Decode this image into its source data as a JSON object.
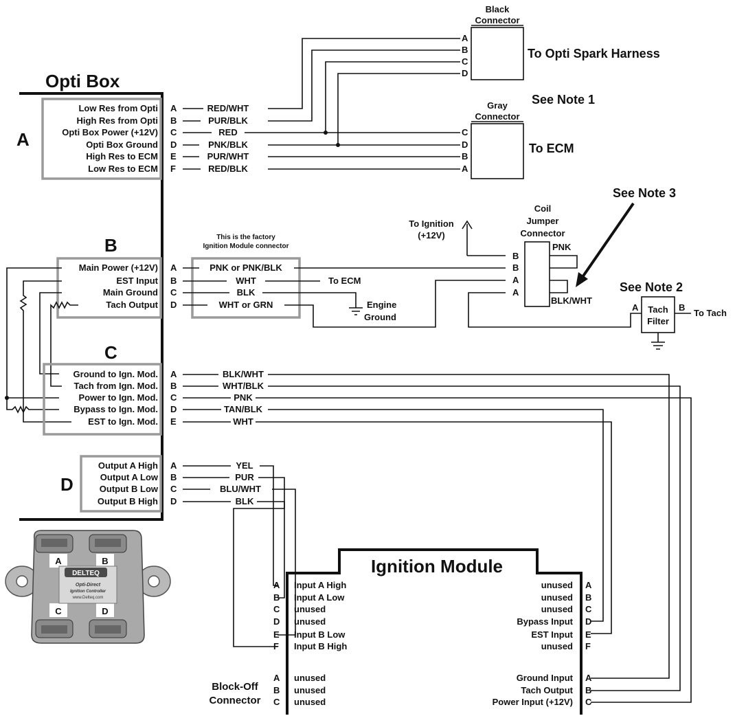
{
  "opti_box": {
    "title": "Opti Box",
    "section_a": {
      "letter": "A",
      "pins": [
        {
          "label": "Low Res from Opti",
          "pin": "A",
          "wire": "RED/WHT"
        },
        {
          "label": "High Res from Opti",
          "pin": "B",
          "wire": "PUR/BLK"
        },
        {
          "label": "Opti Box Power (+12V)",
          "pin": "C",
          "wire": "RED"
        },
        {
          "label": "Opti Box Ground",
          "pin": "D",
          "wire": "PNK/BLK"
        },
        {
          "label": "High Res to ECM",
          "pin": "E",
          "wire": "PUR/WHT"
        },
        {
          "label": "Low Res to ECM",
          "pin": "F",
          "wire": "RED/BLK"
        }
      ]
    },
    "section_b": {
      "letter": "B",
      "pins": [
        {
          "label": "Main Power (+12V)",
          "pin": "A",
          "wire": "PNK or PNK/BLK"
        },
        {
          "label": "EST Input",
          "pin": "B",
          "wire": "WHT"
        },
        {
          "label": "Main Ground",
          "pin": "C",
          "wire": "BLK"
        },
        {
          "label": "Tach Output",
          "pin": "D",
          "wire": "WHT or GRN"
        }
      ]
    },
    "section_c": {
      "letter": "C",
      "pins": [
        {
          "label": "Ground to Ign. Mod.",
          "pin": "A",
          "wire": "BLK/WHT"
        },
        {
          "label": "Tach from Ign. Mod.",
          "pin": "B",
          "wire": "WHT/BLK"
        },
        {
          "label": "Power to Ign. Mod.",
          "pin": "C",
          "wire": "PNK"
        },
        {
          "label": "Bypass to Ign. Mod.",
          "pin": "D",
          "wire": "TAN/BLK"
        },
        {
          "label": "EST to Ign. Mod.",
          "pin": "E",
          "wire": "WHT"
        }
      ]
    },
    "section_d": {
      "letter": "D",
      "pins": [
        {
          "label": "Output A High",
          "pin": "A",
          "wire": "YEL"
        },
        {
          "label": "Output A Low",
          "pin": "B",
          "wire": "PUR"
        },
        {
          "label": "Output B Low",
          "pin": "C",
          "wire": "BLU/WHT"
        },
        {
          "label": "Output B High",
          "pin": "D",
          "wire": "BLK"
        }
      ]
    }
  },
  "black_connector": {
    "title_line1": "Black",
    "title_line2": "Connector",
    "pins": [
      "A",
      "B",
      "C",
      "D"
    ],
    "destination": "To Opti Spark Harness"
  },
  "gray_connector": {
    "title_line1": "Gray",
    "title_line2": "Connector",
    "pins": [
      "C",
      "D",
      "B",
      "A"
    ],
    "destination": "To ECM"
  },
  "notes": {
    "note1": "See Note 1",
    "note2": "See Note 2",
    "note3": "See Note 3"
  },
  "factory_connector": {
    "caption_line1": "This is the factory",
    "caption_line2": "Ignition Module connector",
    "to_ecm": "To ECM",
    "engine_ground_line1": "Engine",
    "engine_ground_line2": "Ground"
  },
  "coil_jumper": {
    "title_line1": "Coil",
    "title_line2": "Jumper",
    "title_line3": "Connector",
    "pins": [
      "B",
      "B",
      "A",
      "A"
    ],
    "wire_top": "PNK",
    "wire_bottom": "BLK/WHT",
    "to_ignition_line1": "To Ignition",
    "to_ignition_line2": "(+12V)"
  },
  "tach_filter": {
    "title_line1": "Tach",
    "title_line2": "Filter",
    "pin_in": "A",
    "pin_out": "B",
    "to_tach": "To Tach"
  },
  "ignition_module": {
    "title": "Ignition  Module",
    "left_pins": [
      {
        "pin": "A",
        "label": "Input A High"
      },
      {
        "pin": "B",
        "label": "Input A Low"
      },
      {
        "pin": "C",
        "label": "unused"
      },
      {
        "pin": "D",
        "label": "unused"
      },
      {
        "pin": "E",
        "label": "Input B Low"
      },
      {
        "pin": "F",
        "label": "Input B High"
      }
    ],
    "right_pins": [
      {
        "pin": "A",
        "label": "unused"
      },
      {
        "pin": "B",
        "label": "unused"
      },
      {
        "pin": "C",
        "label": "unused"
      },
      {
        "pin": "D",
        "label": "Bypass Input"
      },
      {
        "pin": "E",
        "label": "EST Input"
      },
      {
        "pin": "F",
        "label": "unused"
      }
    ],
    "bottom_left_pins": [
      {
        "pin": "A",
        "label": "unused"
      },
      {
        "pin": "B",
        "label": "unused"
      },
      {
        "pin": "C",
        "label": "unused"
      }
    ],
    "bottom_right_pins": [
      {
        "pin": "A",
        "label": "Ground Input"
      },
      {
        "pin": "B",
        "label": "Tach Output"
      },
      {
        "pin": "C",
        "label": "Power Input (+12V)"
      }
    ]
  },
  "block_off": {
    "line1": "Block-Off",
    "line2": "Connector"
  },
  "product": {
    "port_a": "A",
    "port_b": "B",
    "port_c": "C",
    "port_d": "D",
    "brand": "DELTEQ",
    "name_line1": "Opti-Direct",
    "name_line2": "Ignition Controller",
    "url": "www.Delteq.com"
  }
}
